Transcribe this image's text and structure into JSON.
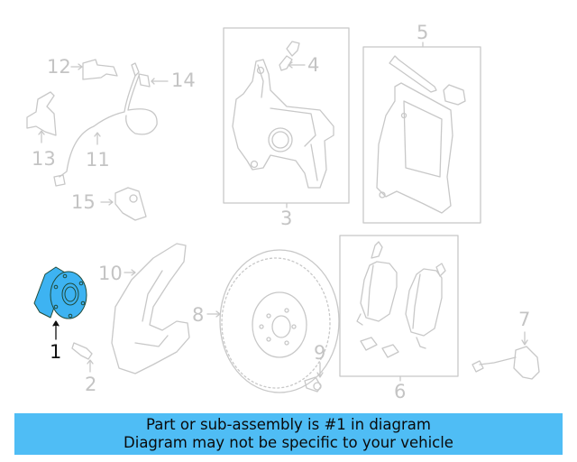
{
  "diagram": {
    "colors": {
      "line": "#c8c8c8",
      "highlight_fill": "#3db3f2",
      "highlight_stroke": "#1f4a3a",
      "active_label": "#111111",
      "inactive_label": "#c4c4c4",
      "banner": "#4fbdf5"
    },
    "callouts": [
      {
        "n": "1",
        "part": "hub-bearing-assembly",
        "highlighted": true
      },
      {
        "n": "2",
        "part": "hub-bolt"
      },
      {
        "n": "3",
        "part": "caliper"
      },
      {
        "n": "4",
        "part": "bleeder-screw"
      },
      {
        "n": "5",
        "part": "caliper-bracket-kit"
      },
      {
        "n": "6",
        "part": "brake-pad-set"
      },
      {
        "n": "7",
        "part": "wear-sensor"
      },
      {
        "n": "8",
        "part": "brake-rotor"
      },
      {
        "n": "9",
        "part": "rotor-screw"
      },
      {
        "n": "10",
        "part": "splash-shield"
      },
      {
        "n": "11",
        "part": "brake-hose"
      },
      {
        "n": "12",
        "part": "hose-bracket"
      },
      {
        "n": "13",
        "part": "bracket"
      },
      {
        "n": "14",
        "part": "retaining-clip"
      },
      {
        "n": "15",
        "part": "abs-sensor"
      }
    ]
  },
  "banner": {
    "line1": "Part or sub-assembly is #1 in diagram",
    "line2": "Diagram may not be specific to your vehicle"
  }
}
